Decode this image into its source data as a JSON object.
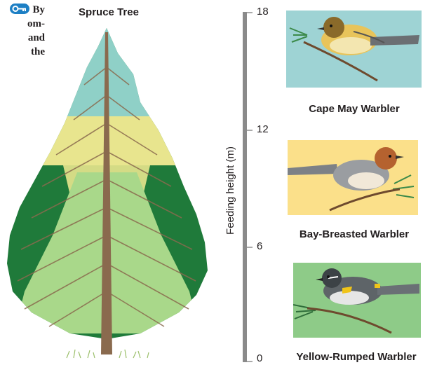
{
  "fragment_text": [
    "By",
    "om-",
    "and",
    "the"
  ],
  "tree": {
    "title": "Spruce Tree"
  },
  "axis": {
    "label": "Feeding height (m)",
    "ticks": [
      "18",
      "12",
      "6",
      "0"
    ]
  },
  "birds": [
    {
      "name": "Cape May Warbler",
      "panel_color": "#9ed3d4",
      "feeding_zone": "top of tree"
    },
    {
      "name": "Bay-Breasted Warbler",
      "panel_color": "#fbe08a",
      "feeding_zone": "middle of tree"
    },
    {
      "name": "Yellow-Rumped Warbler",
      "panel_color": "#8ecb88",
      "feeding_zone": "lower part of tree"
    }
  ],
  "colors": {
    "zone_top": "#8fd0c7",
    "zone_middle": "#e8e58e",
    "zone_lower": "#a9d88a",
    "foliage_dark": "#1f7a3a",
    "trunk": "#8a6a4e",
    "key_badge": "#1d7fc4"
  },
  "icons": {
    "key": "key-icon"
  }
}
